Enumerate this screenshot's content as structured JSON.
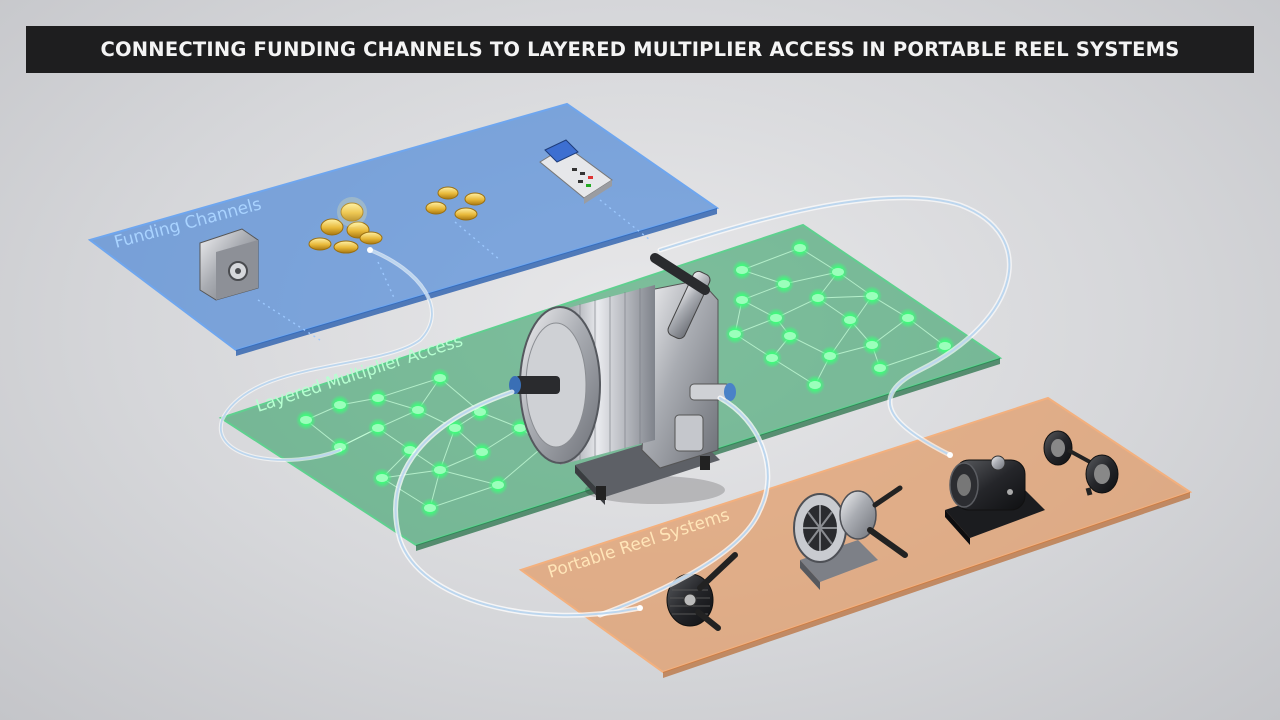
{
  "title": "CONNECTING FUNDING CHANNELS TO LAYERED MULTIPLIER ACCESS IN PORTABLE REEL SYSTEMS",
  "layers": {
    "funding": {
      "label": "Funding Channels",
      "color": "#3f7fd6"
    },
    "multiplier": {
      "label": "Layered Multiplier Access",
      "color": "#2f9e62"
    },
    "reels": {
      "label": "Portable Reel Systems",
      "color": "#e39154"
    }
  },
  "colors": {
    "node_glow": "#3dfc7a",
    "coin_gold": "#e8b93a",
    "tube": "#bcd6ee"
  }
}
